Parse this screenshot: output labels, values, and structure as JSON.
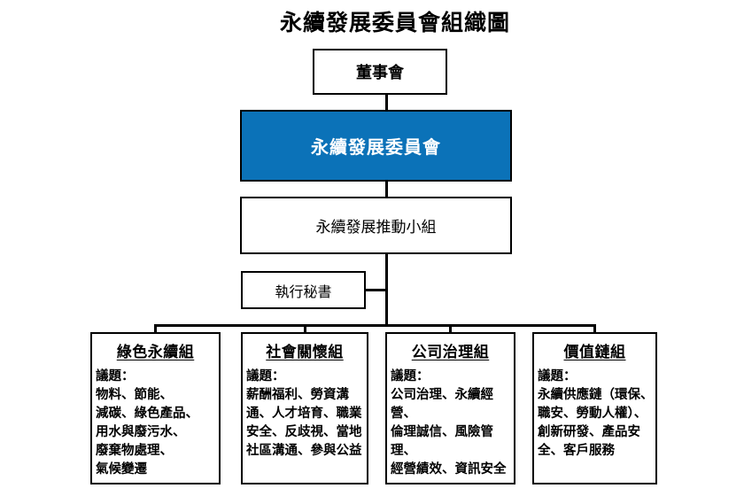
{
  "title": "永續發展委員會組織圖",
  "colors": {
    "committee_fill": "#0B72B8",
    "committee_text": "#FFFFFF",
    "line": "#000000",
    "background": "#FFFFFF"
  },
  "nodes": {
    "board": {
      "label": "董事會"
    },
    "committee": {
      "label": "永續發展委員會"
    },
    "promotion_team": {
      "label": "永續發展推動小組"
    },
    "executive_secretary": {
      "label": "執行秘書"
    }
  },
  "groups": [
    {
      "name": "綠色永續組",
      "lines": [
        "議題：",
        "物料、節能、",
        "減碳、綠色產品、",
        "用水與廢污水、",
        "廢棄物處理、",
        "氣候變遷"
      ]
    },
    {
      "name": "社會關懷組",
      "lines": [
        "議題：",
        "薪酬福利、勞資溝",
        "通、人才培育、職業",
        "安全、反歧視、當地",
        "社區溝通、參與公益"
      ]
    },
    {
      "name": "公司治理組",
      "lines": [
        "議題：",
        "公司治理、永續經",
        "營、",
        "倫理誠信、風險管",
        "理、",
        "經營績效、資訊安全"
      ]
    },
    {
      "name": "價值鏈組",
      "lines": [
        "議題：",
        "永續供應鏈（環保、",
        "職安、勞動人權）、",
        "創新研發、產品安",
        "全、客戶服務"
      ]
    }
  ]
}
